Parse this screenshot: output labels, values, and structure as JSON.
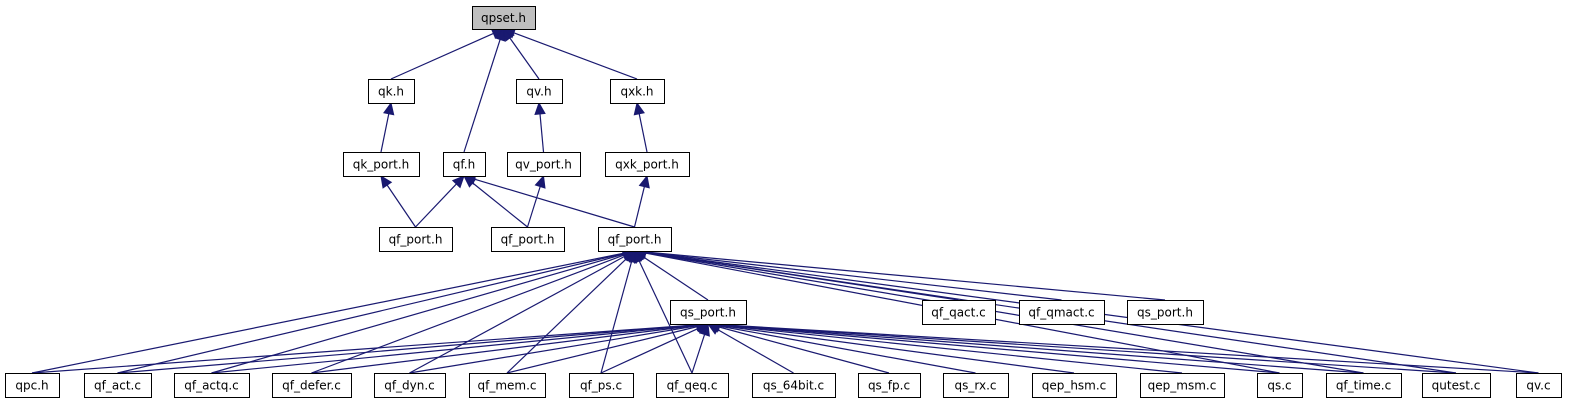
{
  "diagram": {
    "nodes": [
      {
        "id": "qpset_h",
        "label": "qpset.h",
        "root": true
      },
      {
        "id": "qk_h",
        "label": "qk.h"
      },
      {
        "id": "qv_h",
        "label": "qv.h"
      },
      {
        "id": "qxk_h",
        "label": "qxk.h"
      },
      {
        "id": "qk_port_h",
        "label": "qk_port.h"
      },
      {
        "id": "qf_h",
        "label": "qf.h"
      },
      {
        "id": "qv_port_h",
        "label": "qv_port.h"
      },
      {
        "id": "qxk_port_h",
        "label": "qxk_port.h"
      },
      {
        "id": "qf_port_h_a",
        "label": "qf_port.h"
      },
      {
        "id": "qf_port_h_b",
        "label": "qf_port.h"
      },
      {
        "id": "qf_port_h",
        "label": "qf_port.h"
      },
      {
        "id": "qs_port_h_a",
        "label": "qs_port.h"
      },
      {
        "id": "qf_qact_c",
        "label": "qf_qact.c"
      },
      {
        "id": "qf_qmact_c",
        "label": "qf_qmact.c"
      },
      {
        "id": "qs_port_h_b",
        "label": "qs_port.h"
      },
      {
        "id": "qpc_h",
        "label": "qpc.h"
      },
      {
        "id": "qf_act_c",
        "label": "qf_act.c"
      },
      {
        "id": "qf_actq_c",
        "label": "qf_actq.c"
      },
      {
        "id": "qf_defer_c",
        "label": "qf_defer.c"
      },
      {
        "id": "qf_dyn_c",
        "label": "qf_dyn.c"
      },
      {
        "id": "qf_mem_c",
        "label": "qf_mem.c"
      },
      {
        "id": "qf_ps_c",
        "label": "qf_ps.c"
      },
      {
        "id": "qf_qeq_c",
        "label": "qf_qeq.c"
      },
      {
        "id": "qs_64bit_c",
        "label": "qs_64bit.c"
      },
      {
        "id": "qs_fp_c",
        "label": "qs_fp.c"
      },
      {
        "id": "qs_rx_c",
        "label": "qs_rx.c"
      },
      {
        "id": "qep_hsm_c",
        "label": "qep_hsm.c"
      },
      {
        "id": "qep_msm_c",
        "label": "qep_msm.c"
      },
      {
        "id": "qs_c",
        "label": "qs.c"
      },
      {
        "id": "qf_time_c",
        "label": "qf_time.c"
      },
      {
        "id": "qutest_c",
        "label": "qutest.c"
      },
      {
        "id": "qv_c",
        "label": "qv.c"
      }
    ],
    "edges": [
      [
        "qk_h",
        "qpset_h"
      ],
      [
        "qf_h",
        "qpset_h"
      ],
      [
        "qv_h",
        "qpset_h"
      ],
      [
        "qxk_h",
        "qpset_h"
      ],
      [
        "qk_port_h",
        "qk_h"
      ],
      [
        "qv_port_h",
        "qv_h"
      ],
      [
        "qxk_port_h",
        "qxk_h"
      ],
      [
        "qf_port_h_a",
        "qk_port_h"
      ],
      [
        "qf_port_h_a",
        "qf_h"
      ],
      [
        "qf_port_h_b",
        "qf_h"
      ],
      [
        "qf_port_h_b",
        "qv_port_h"
      ],
      [
        "qf_port_h",
        "qf_h"
      ],
      [
        "qf_port_h",
        "qxk_port_h"
      ],
      [
        "qs_port_h_a",
        "qf_port_h"
      ],
      [
        "qf_qact_c",
        "qf_port_h"
      ],
      [
        "qf_qmact_c",
        "qf_port_h"
      ],
      [
        "qs_port_h_b",
        "qf_port_h"
      ],
      [
        "qpc_h",
        "qf_port_h"
      ],
      [
        "qf_act_c",
        "qf_port_h"
      ],
      [
        "qf_actq_c",
        "qf_port_h"
      ],
      [
        "qf_defer_c",
        "qf_port_h"
      ],
      [
        "qf_dyn_c",
        "qf_port_h"
      ],
      [
        "qf_mem_c",
        "qf_port_h"
      ],
      [
        "qf_ps_c",
        "qf_port_h"
      ],
      [
        "qf_qeq_c",
        "qf_port_h"
      ],
      [
        "qs_c",
        "qf_port_h"
      ],
      [
        "qf_time_c",
        "qf_port_h"
      ],
      [
        "qutest_c",
        "qf_port_h"
      ],
      [
        "qv_c",
        "qf_port_h"
      ],
      [
        "qpc_h",
        "qs_port_h_a"
      ],
      [
        "qf_act_c",
        "qs_port_h_a"
      ],
      [
        "qf_actq_c",
        "qs_port_h_a"
      ],
      [
        "qf_defer_c",
        "qs_port_h_a"
      ],
      [
        "qf_dyn_c",
        "qs_port_h_a"
      ],
      [
        "qf_mem_c",
        "qs_port_h_a"
      ],
      [
        "qf_ps_c",
        "qs_port_h_a"
      ],
      [
        "qf_qeq_c",
        "qs_port_h_a"
      ],
      [
        "qs_64bit_c",
        "qs_port_h_a"
      ],
      [
        "qs_fp_c",
        "qs_port_h_a"
      ],
      [
        "qs_rx_c",
        "qs_port_h_a"
      ],
      [
        "qep_hsm_c",
        "qs_port_h_a"
      ],
      [
        "qep_msm_c",
        "qs_port_h_a"
      ],
      [
        "qs_c",
        "qs_port_h_a"
      ],
      [
        "qf_time_c",
        "qs_port_h_a"
      ],
      [
        "qutest_c",
        "qs_port_h_a"
      ],
      [
        "qv_c",
        "qs_port_h_a"
      ]
    ]
  }
}
